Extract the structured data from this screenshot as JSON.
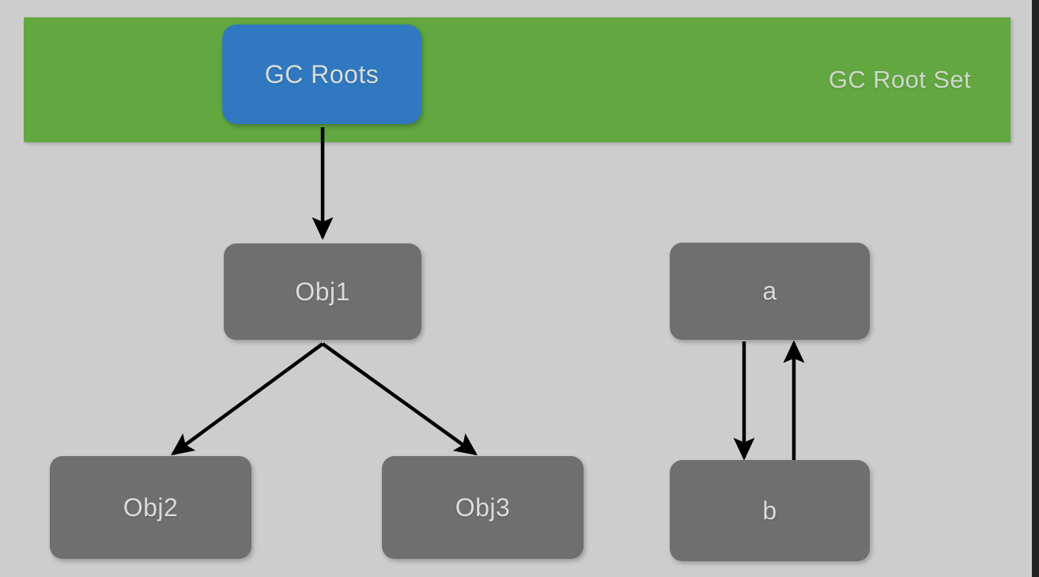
{
  "diagram": {
    "title_label": "GC Root Set",
    "background_color": "#cdcdcd",
    "band": {
      "label": "GC Root Set",
      "color": "#62a740"
    },
    "nodes": [
      {
        "id": "gcroots",
        "label": "GC Roots",
        "color": "#3079c0",
        "kind": "root"
      },
      {
        "id": "obj1",
        "label": "Obj1",
        "color": "#6f6f6f",
        "kind": "object"
      },
      {
        "id": "obj2",
        "label": "Obj2",
        "color": "#6f6f6f",
        "kind": "object"
      },
      {
        "id": "obj3",
        "label": "Obj3",
        "color": "#6f6f6f",
        "kind": "object"
      },
      {
        "id": "a",
        "label": "a",
        "color": "#6f6f6f",
        "kind": "object"
      },
      {
        "id": "b",
        "label": "b",
        "color": "#6f6f6f",
        "kind": "object"
      }
    ],
    "edges": [
      {
        "from": "gcroots",
        "to": "obj1"
      },
      {
        "from": "obj1",
        "to": "obj2"
      },
      {
        "from": "obj1",
        "to": "obj3"
      },
      {
        "from": "a",
        "to": "b"
      },
      {
        "from": "b",
        "to": "a"
      }
    ],
    "edge_color": "#000000"
  }
}
